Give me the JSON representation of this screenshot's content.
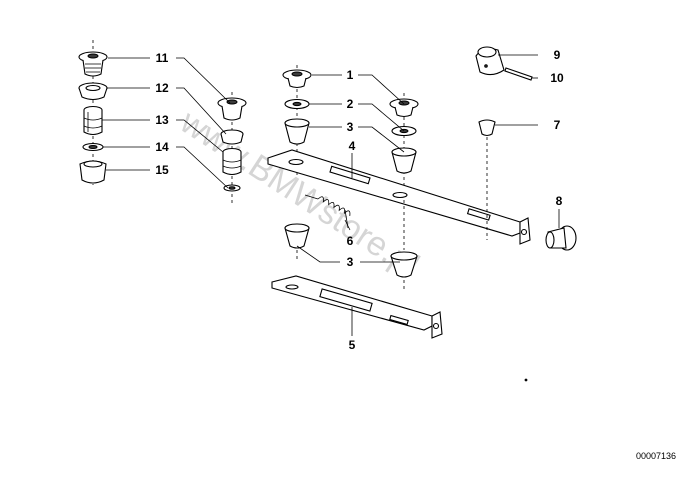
{
  "diagram": {
    "part_labels": [
      {
        "id": "1",
        "text": "1"
      },
      {
        "id": "2",
        "text": "2"
      },
      {
        "id": "3a",
        "text": "3"
      },
      {
        "id": "3b",
        "text": "3"
      },
      {
        "id": "4",
        "text": "4"
      },
      {
        "id": "5",
        "text": "5"
      },
      {
        "id": "6",
        "text": "6"
      },
      {
        "id": "7",
        "text": "7"
      },
      {
        "id": "8",
        "text": "8"
      },
      {
        "id": "9",
        "text": "9"
      },
      {
        "id": "10",
        "text": "10"
      },
      {
        "id": "11",
        "text": "11"
      },
      {
        "id": "12",
        "text": "12"
      },
      {
        "id": "13",
        "text": "13"
      },
      {
        "id": "14",
        "text": "14"
      },
      {
        "id": "15",
        "text": "15"
      }
    ],
    "watermark": "www.BMWstore.pl",
    "reference_number": "00007136"
  }
}
